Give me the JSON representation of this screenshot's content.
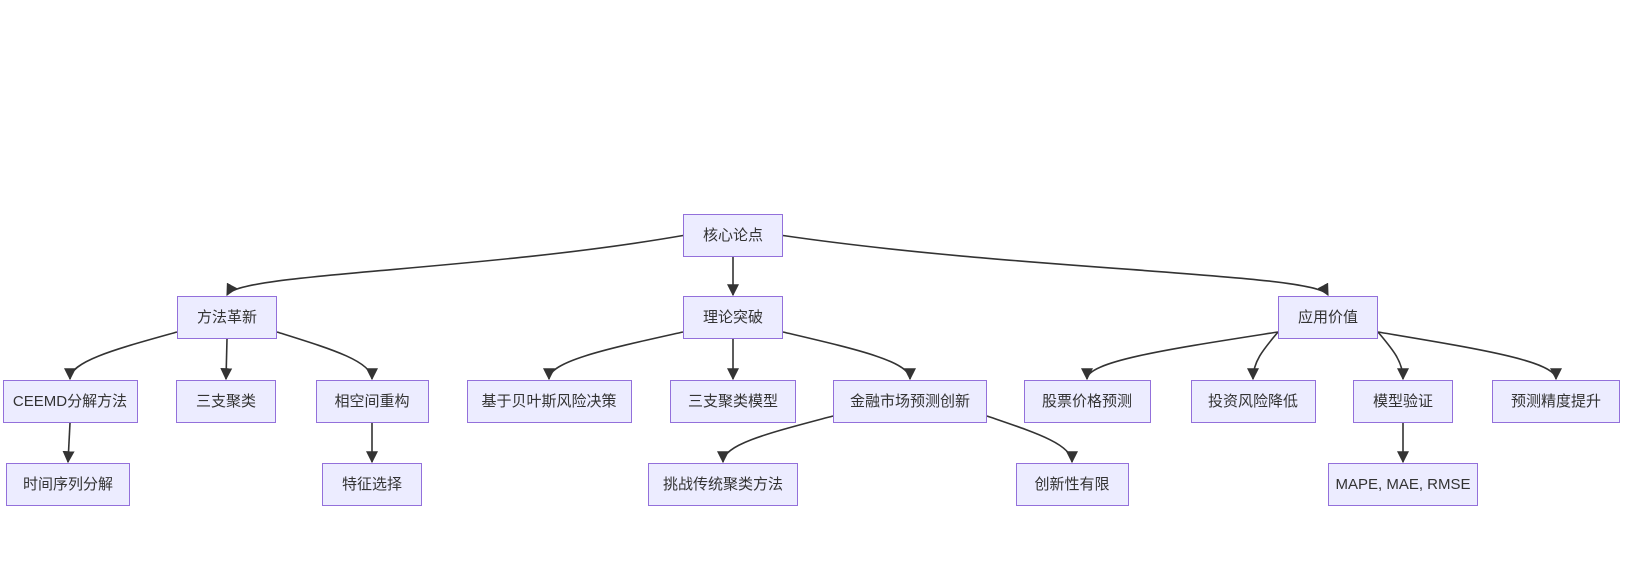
{
  "diagram": {
    "type": "flowchart",
    "direction": "top-down",
    "colors": {
      "node_fill": "#ECECFF",
      "node_border": "#9370DB",
      "edge": "#333333",
      "text": "#333333",
      "background": "#FFFFFF"
    },
    "nodes": [
      {
        "id": "root",
        "label": "核心论点"
      },
      {
        "id": "method",
        "label": "方法革新"
      },
      {
        "id": "theory",
        "label": "理论突破"
      },
      {
        "id": "application",
        "label": "应用价值"
      },
      {
        "id": "ceemd",
        "label": "CEEMD分解方法"
      },
      {
        "id": "threeway",
        "label": "三支聚类"
      },
      {
        "id": "phase",
        "label": "相空间重构"
      },
      {
        "id": "bayes",
        "label": "基于贝叶斯风险决策"
      },
      {
        "id": "threemodel",
        "label": "三支聚类模型"
      },
      {
        "id": "finance",
        "label": "金融市场预测创新"
      },
      {
        "id": "stock",
        "label": "股票价格预测"
      },
      {
        "id": "invest",
        "label": "投资风险降低"
      },
      {
        "id": "model",
        "label": "模型验证"
      },
      {
        "id": "accuracy",
        "label": "预测精度提升"
      },
      {
        "id": "tsdecomp",
        "label": "时间序列分解"
      },
      {
        "id": "feature",
        "label": "特征选择"
      },
      {
        "id": "challenge",
        "label": "挑战传统聚类方法"
      },
      {
        "id": "limited",
        "label": "创新性有限"
      },
      {
        "id": "mape",
        "label": "MAPE, MAE, RMSE"
      }
    ],
    "edges": [
      {
        "from": "root",
        "to": "method"
      },
      {
        "from": "root",
        "to": "theory"
      },
      {
        "from": "root",
        "to": "application"
      },
      {
        "from": "method",
        "to": "ceemd"
      },
      {
        "from": "method",
        "to": "threeway"
      },
      {
        "from": "method",
        "to": "phase"
      },
      {
        "from": "theory",
        "to": "bayes"
      },
      {
        "from": "theory",
        "to": "threemodel"
      },
      {
        "from": "theory",
        "to": "finance"
      },
      {
        "from": "application",
        "to": "stock"
      },
      {
        "from": "application",
        "to": "invest"
      },
      {
        "from": "application",
        "to": "model"
      },
      {
        "from": "application",
        "to": "accuracy"
      },
      {
        "from": "ceemd",
        "to": "tsdecomp"
      },
      {
        "from": "phase",
        "to": "feature"
      },
      {
        "from": "finance",
        "to": "challenge"
      },
      {
        "from": "finance",
        "to": "limited"
      },
      {
        "from": "model",
        "to": "mape"
      }
    ]
  }
}
